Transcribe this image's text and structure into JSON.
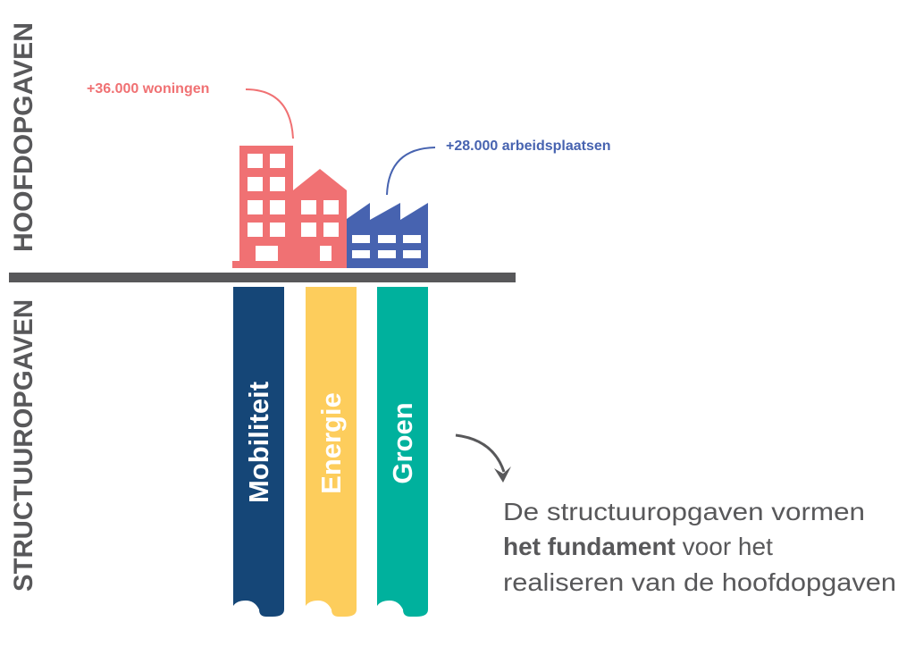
{
  "side_labels": {
    "top": "HOOFDOPGAVEN",
    "bottom": "STRUCTUUROPGAVEN"
  },
  "annotations": {
    "housing": "+36.000 woningen",
    "jobs": "+28.000 arbeidsplaatsen"
  },
  "pillars": [
    {
      "label": "Mobiliteit",
      "color": "#154677"
    },
    {
      "label": "Energie",
      "color": "#fdcd5c"
    },
    {
      "label": "Groen",
      "color": "#00b19d"
    }
  ],
  "note": {
    "line1": "De structuuropgaven vormen",
    "line2_bold": "het fundament",
    "line2_rest": " voor het",
    "line3": "realiseren van de hoofdopgaven"
  },
  "colors": {
    "housing": "#f07173",
    "factory": "#4763b0",
    "gray": "#58585a"
  }
}
